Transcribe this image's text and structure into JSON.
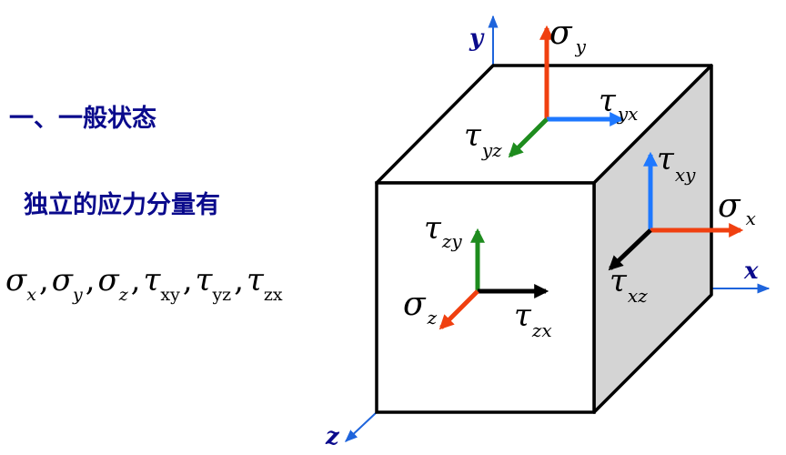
{
  "heading": "一、一般状态",
  "subheading": "独立的应力分量有",
  "components": [
    {
      "sym": "σ",
      "sub": "x"
    },
    {
      "sym": "σ",
      "sub": "y"
    },
    {
      "sym": "σ",
      "sub": "z"
    },
    {
      "sym": "τ",
      "sub": "xy"
    },
    {
      "sym": "τ",
      "sub": "yz"
    },
    {
      "sym": "τ",
      "sub": "zx"
    }
  ],
  "separator": ",",
  "axes": {
    "x": "x",
    "y": "y",
    "z": "z"
  },
  "stress_labels": {
    "sigma_y": {
      "sym": "σ",
      "sub": "y"
    },
    "tau_yx": {
      "sym": "τ",
      "sub": "yx"
    },
    "tau_yz": {
      "sym": "τ",
      "sub": "yz"
    },
    "tau_xy": {
      "sym": "τ",
      "sub": "xy"
    },
    "sigma_x": {
      "sym": "σ",
      "sub": "x"
    },
    "tau_xz": {
      "sym": "τ",
      "sub": "xz"
    },
    "tau_zy": {
      "sym": "τ",
      "sub": "zy"
    },
    "sigma_z": {
      "sym": "σ",
      "sub": "z"
    },
    "tau_zx": {
      "sym": "τ",
      "sub": "zx"
    }
  },
  "colors": {
    "heading": "#0a0a8c",
    "axis": "#1e64dc",
    "normal_stress": "#f04010",
    "shear_blue": "#1e78ff",
    "shear_green": "#1e8c1e",
    "shear_black": "#000000",
    "cube_side": "#d4d4d4"
  }
}
